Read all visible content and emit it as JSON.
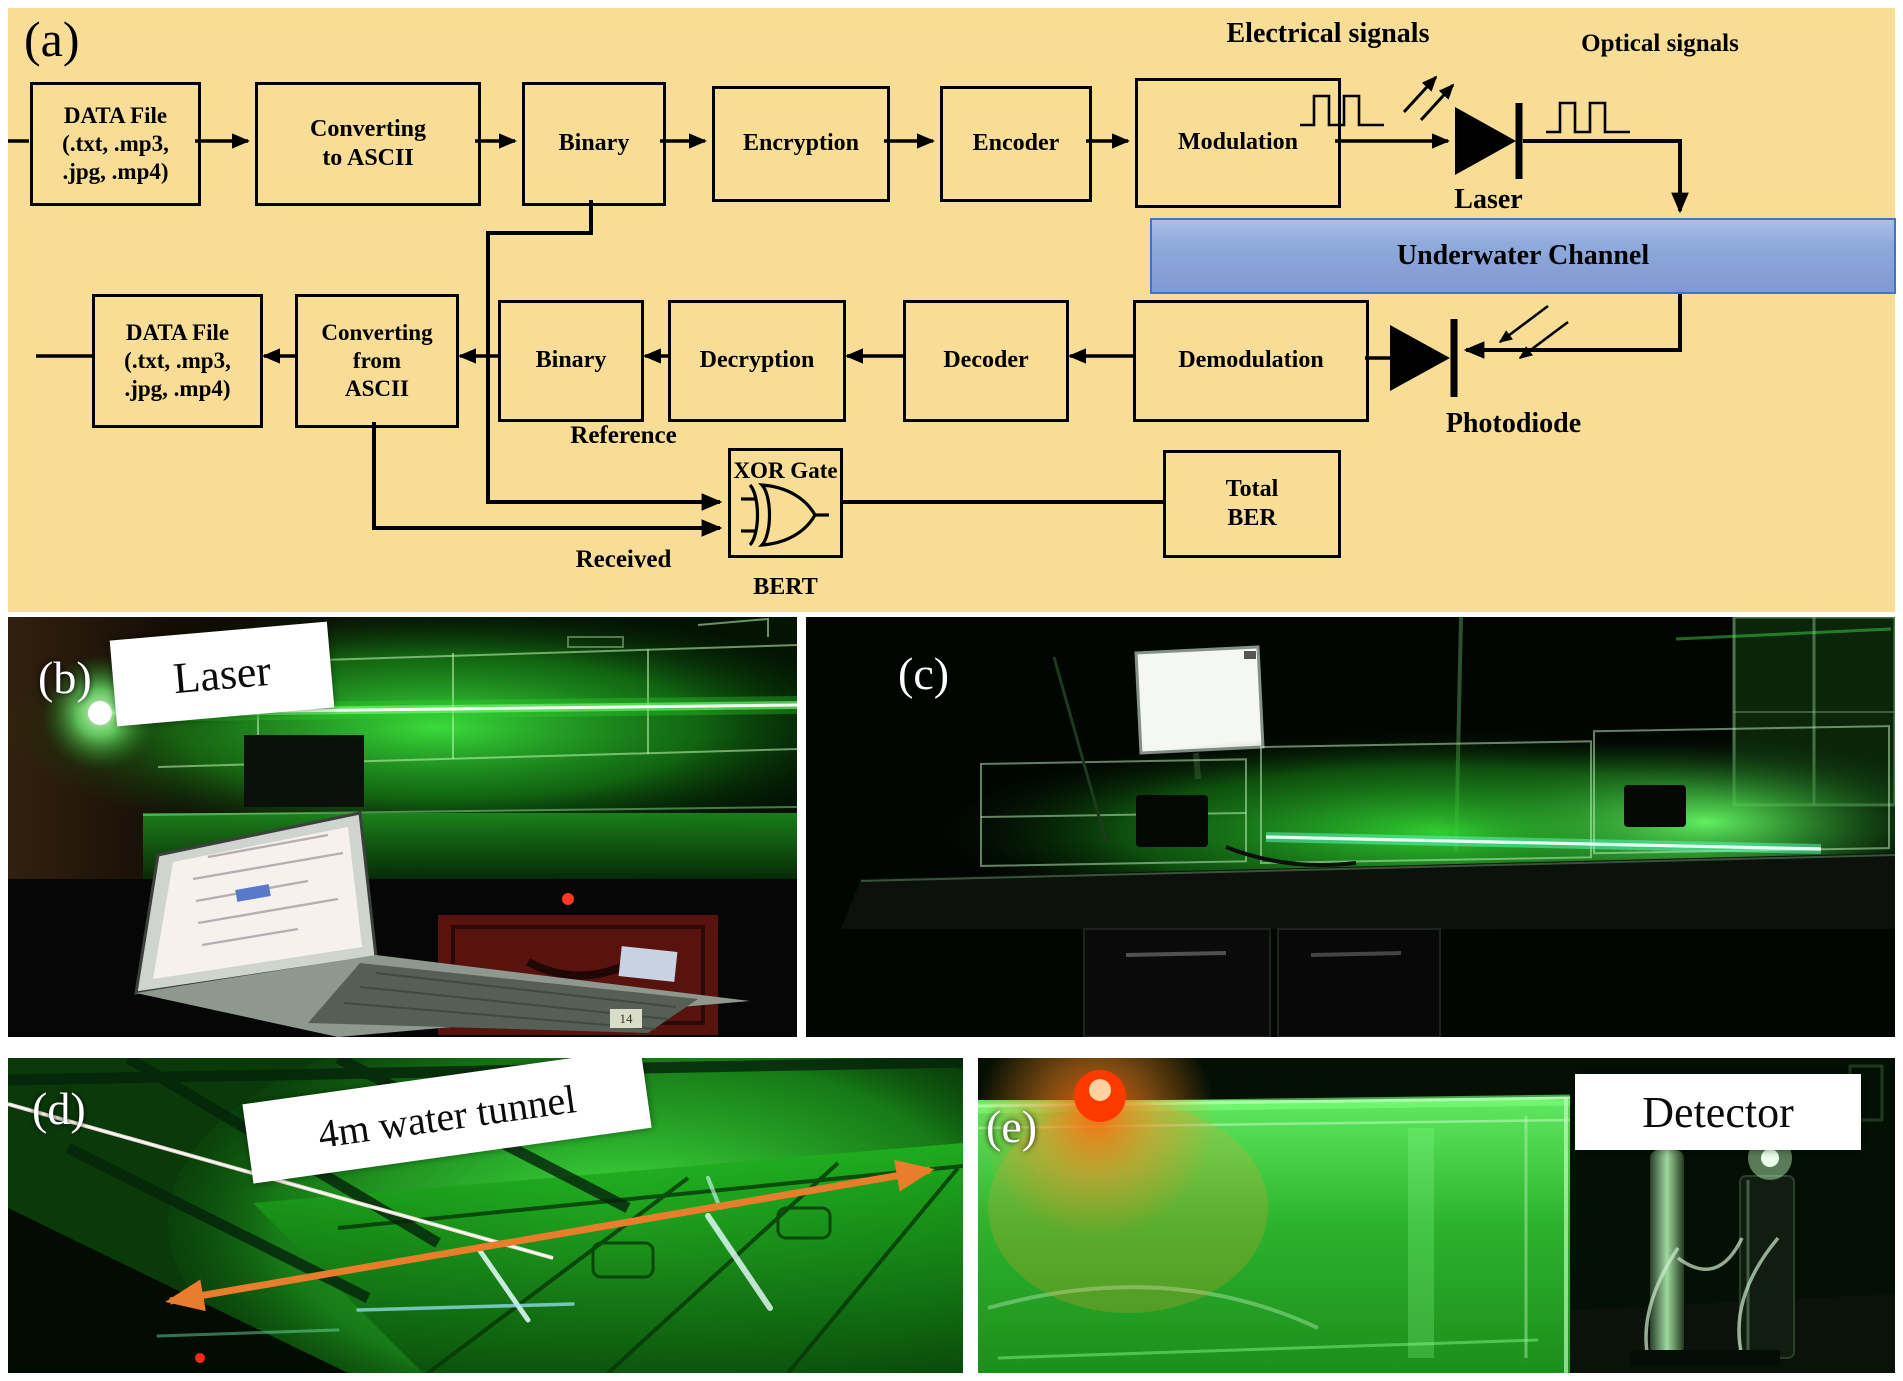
{
  "colors": {
    "panel_bg": "#F7DD96",
    "channel_fill": "#8EA9DB",
    "channel_border": "#4472C4",
    "measure_arrow": "#E87D2B",
    "laser_green": "#2fd42f"
  },
  "panel_a": {
    "label": "(a)",
    "boxes": {
      "data_file_tx": "DATA File\n(.txt, .mp3,\n.jpg, .mp4)",
      "converting_to_ascii": "Converting\nto ASCII",
      "binary_tx": "Binary",
      "encryption": "Encryption",
      "encoder": "Encoder",
      "modulation": "Modulation",
      "underwater_channel": "Underwater Channel",
      "demodulation": "Demodulation",
      "decoder": "Decoder",
      "decryption": "Decryption",
      "binary_rx": "Binary",
      "converting_from_ascii": "Converting\nfrom\nASCII",
      "data_file_rx": "DATA File\n(.txt, .mp3,\n.jpg, .mp4)",
      "xor_gate": "XOR Gate",
      "total_ber": "Total\nBER"
    },
    "labels": {
      "electrical_signals": "Electrical signals",
      "optical_signals": "Optical signals",
      "laser": "Laser",
      "photodiode": "Photodiode",
      "reference": "Reference",
      "received": "Received",
      "bert": "BERT"
    }
  },
  "panel_b": {
    "label": "(b)",
    "tag": "Laser",
    "drawer_number": "14"
  },
  "panel_c": {
    "label": "(c)"
  },
  "panel_d": {
    "label": "(d)",
    "tag": "4m water tunnel"
  },
  "panel_e": {
    "label": "(e)",
    "tag": "Detector"
  }
}
